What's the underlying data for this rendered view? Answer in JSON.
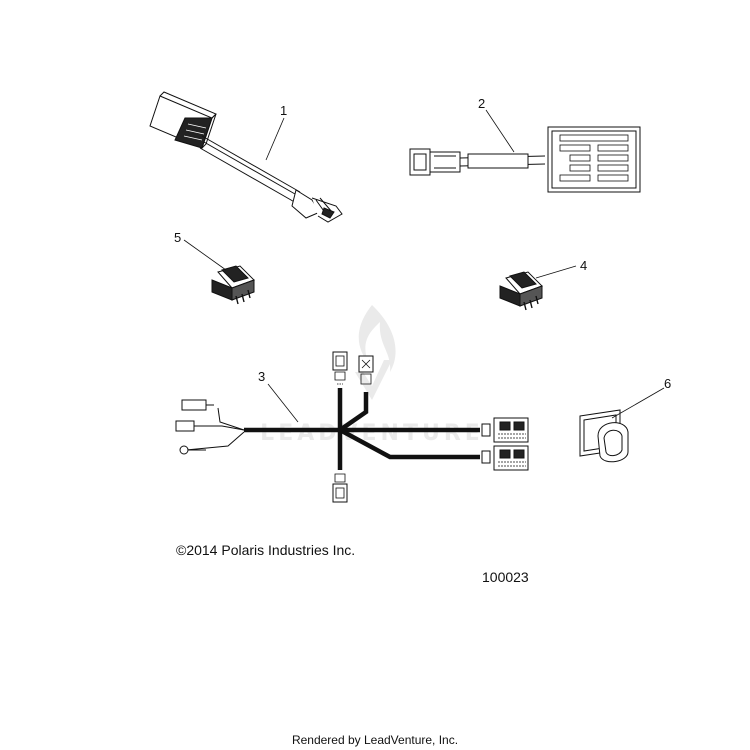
{
  "callouts": {
    "c1": "1",
    "c2": "2",
    "c3": "3",
    "c4": "4",
    "c5": "5",
    "c6": "6"
  },
  "watermark": "LEADVENTURE",
  "copyright": "©2014 Polaris Industries Inc.",
  "figure_number": "100023",
  "footer": "Rendered by LeadVenture, Inc.",
  "colors": {
    "line": "#111111",
    "watermark": "#d9d9d9"
  }
}
